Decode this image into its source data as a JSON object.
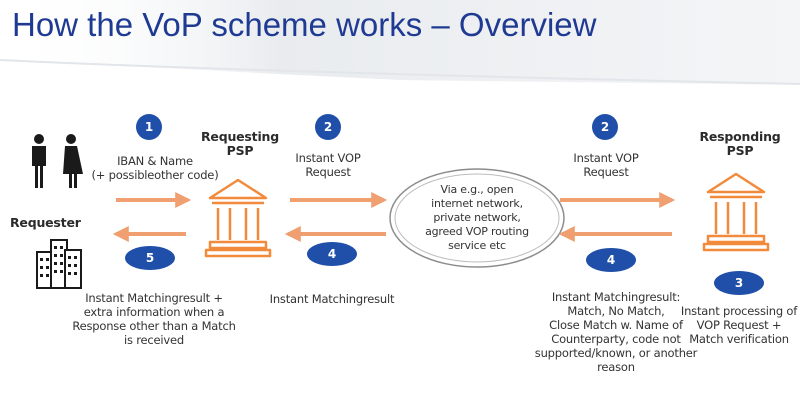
{
  "title": "How the VoP scheme works – Overview",
  "colors": {
    "arrow": "#f0a070",
    "icon": "#f28a3c",
    "badge": "#1f4fa8",
    "title": "#1f3a93",
    "person": "#1a1a1a"
  },
  "icons": {
    "people": "people-icon",
    "buildings": "buildings-icon",
    "bank": "bank-icon"
  },
  "labels": {
    "requester": "Requester",
    "requesting_psp": "Requesting\nPSP",
    "responding_psp": "Responding\nPSP",
    "step1": "IBAN & Name\n(+ possibleother code)",
    "step2_left": "Instant VOP\nRequest",
    "step2_right": "Instant VOP\nRequest",
    "step5": "Instant Matchingresult +\nextra information when a\nResponse other than a Match\nis received",
    "step4_left": "Instant Matchingresult",
    "step4_right": "Instant Matchingresult:\nMatch, No Match,\nClose Match w. Name of\nCounterparty, code not\nsupported/known, or another\nreason",
    "step3": "Instant processing of\nVOP Request +\nMatch verification",
    "network": "Via e.g., open\ninternet network,\nprivate network,\nagreed VOP routing\nservice etc"
  },
  "badges": {
    "b1": "1",
    "b2_left": "2",
    "b2_right": "2",
    "b3": "3",
    "b4_left": "4",
    "b4_right": "4",
    "b5": "5"
  }
}
